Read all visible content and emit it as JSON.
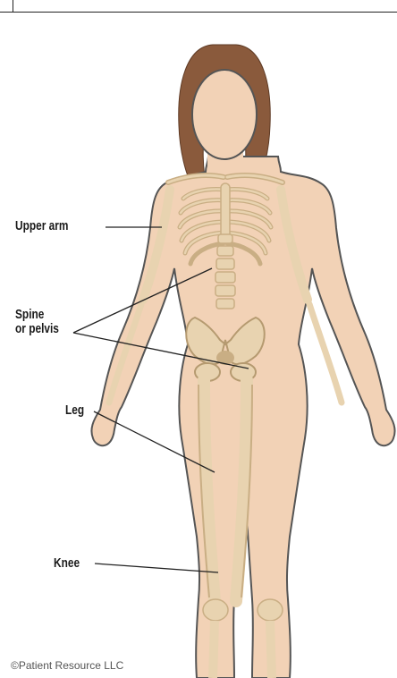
{
  "labels": {
    "upper_arm": "Upper arm",
    "spine_pelvis_line1": "Spine",
    "spine_pelvis_line2": "or pelvis",
    "leg": "Leg",
    "knee": "Knee"
  },
  "credit": "©Patient Resource LLC",
  "colors": {
    "skin": "#f2d2b6",
    "skin_outline": "#555555",
    "bone": "#e8d3b0",
    "bone_shadow": "#c9ae84",
    "hair": "#8a5a3c",
    "leader_line": "#222222"
  }
}
